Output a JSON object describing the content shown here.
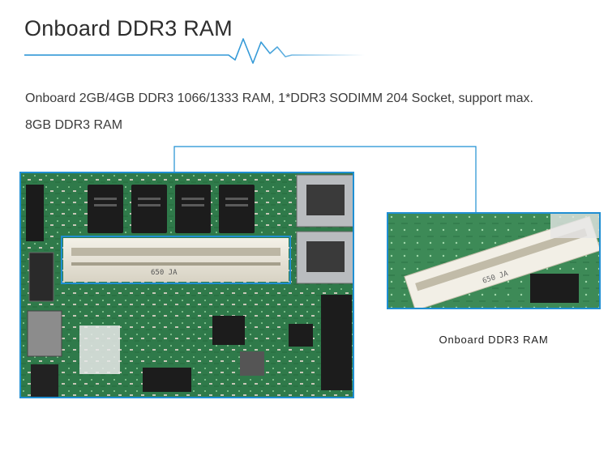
{
  "header": {
    "title": "Onboard DDR3 RAM",
    "accent_color": "#1f8fd3"
  },
  "description": {
    "line1": "Onboard 2GB/4GB DDR3 1066/1333 RAM, 1*DDR3 SODIMM 204 Socket, support max.",
    "line2": "8GB DDR3 RAM"
  },
  "main_photo": {
    "socket_label": "650 JA"
  },
  "inset_photo": {
    "socket_label": "650 JA",
    "caption": "Onboard DDR3 RAM"
  }
}
